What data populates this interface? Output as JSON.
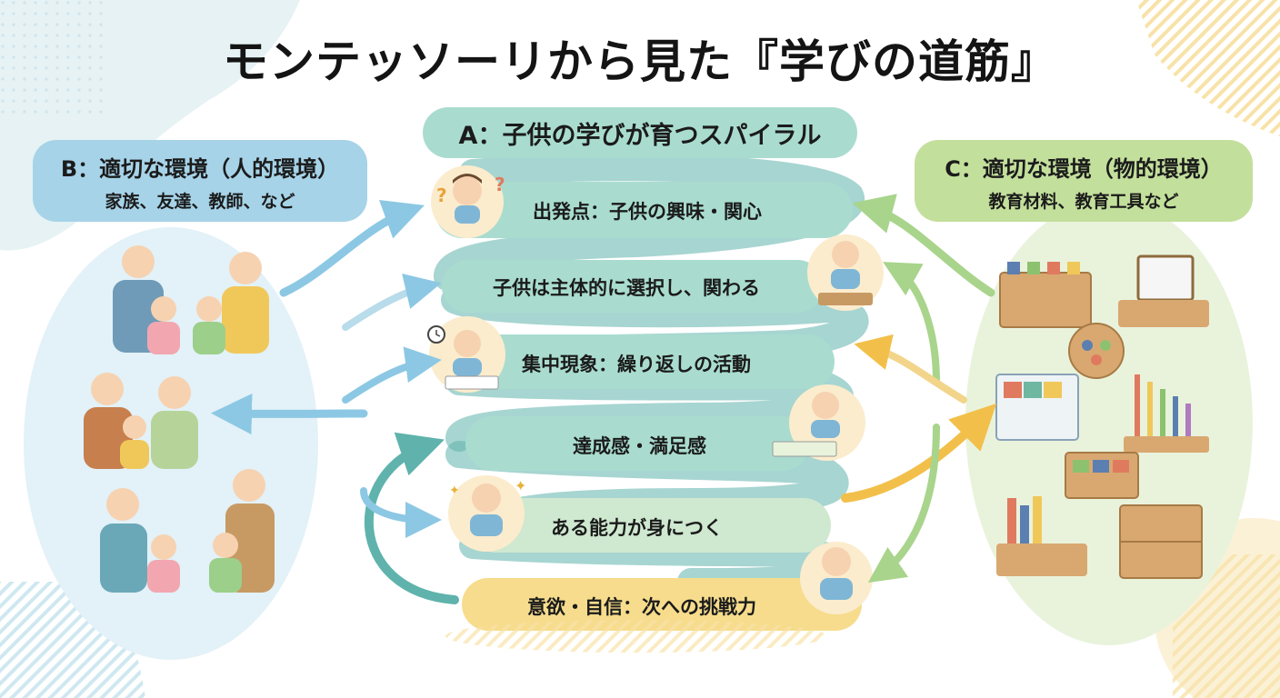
{
  "title": "モンテッソーリから見た『学びの道筋』",
  "spiral": {
    "title": "A：子供の学びが育つスパイラル",
    "stages": [
      {
        "label": "出発点：子供の興味・関心"
      },
      {
        "label": "子供は主体的に選択し、関わる"
      },
      {
        "label": "集中現象：繰り返しの活動"
      },
      {
        "label": "達成感・満足感"
      },
      {
        "label": "ある能力が身につく"
      },
      {
        "label": "意欲・自信：次への挑戦力"
      }
    ]
  },
  "human_env": {
    "title": "B：適切な環境（人的環境）",
    "subtitle": "家族、友達、教師、など"
  },
  "physical_env": {
    "title": "C：適切な環境（物的環境）",
    "subtitle": "教育材料、教育工具など"
  },
  "colors": {
    "spiral_teal": "#a9dccf",
    "spiral_dark": "#5fb3ac",
    "human_blue": "#a6d3e8",
    "physical_green": "#c3df9c",
    "final_yellow": "#f6dc8c",
    "arrow_blue": "#8cc8e4",
    "arrow_green": "#a9d48c",
    "arrow_yellow": "#f2c04a"
  }
}
